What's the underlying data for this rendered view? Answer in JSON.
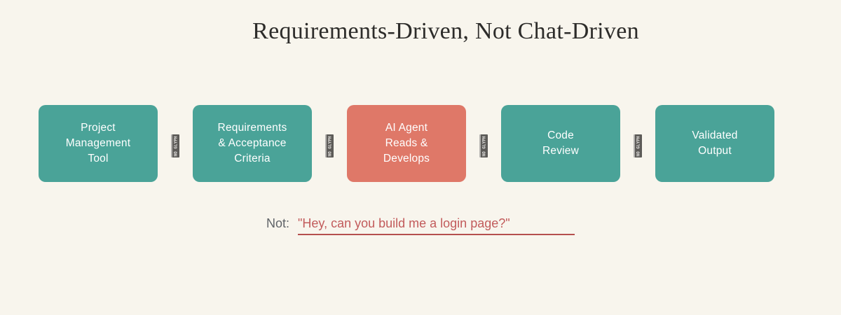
{
  "title": "Requirements-Driven, Not Chat-Driven",
  "flow": {
    "steps": [
      {
        "label": "Project\nManagement\nTool",
        "variant": "teal"
      },
      {
        "label": "Requirements\n& Acceptance\nCriteria",
        "variant": "teal"
      },
      {
        "label": "AI Agent\nReads &\nDevelops",
        "variant": "red"
      },
      {
        "label": "Code\nReview",
        "variant": "teal"
      },
      {
        "label": "Validated\nOutput",
        "variant": "teal"
      }
    ],
    "connector_glyph_label": "NO GLYPH"
  },
  "footnote": {
    "label": "Not:",
    "quote": "\"Hey, can you build me a login page?\""
  },
  "colors": {
    "background": "#F8F5ED",
    "step-teal": "#4AA398",
    "step-red": "#DF7868",
    "step-text": "#FFFFFF",
    "title-text": "#2D2C2A",
    "not-label": "#5F6368",
    "quote-text": "#C25B5B",
    "quote-underline": "#B5504E",
    "connector-bg": "#5D5B58",
    "connector-edge": "#B3B1AE",
    "connector-text": "#E0DEDC"
  }
}
